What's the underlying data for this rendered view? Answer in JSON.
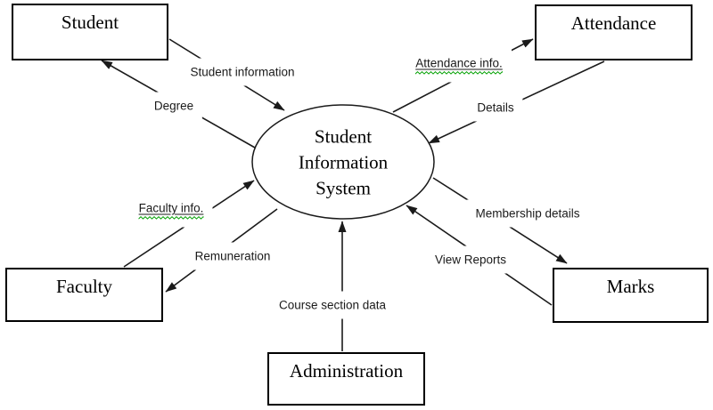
{
  "diagram": {
    "title": "Student Information System",
    "process": {
      "label_lines": [
        "Student",
        "Information",
        "System"
      ]
    },
    "entities": {
      "student": {
        "label": "Student"
      },
      "attendance": {
        "label": "Attendance"
      },
      "faculty": {
        "label": "Faculty"
      },
      "marks": {
        "label": "Marks"
      },
      "administration": {
        "label": "Administration"
      }
    },
    "flows": {
      "student_information": {
        "label": "Student information",
        "from": "Student",
        "to": "Student Information System"
      },
      "degree": {
        "label": "Degree",
        "from": "Student Information System",
        "to": "Student"
      },
      "attendance_info": {
        "label": "Attendance info.",
        "from": "Student Information System",
        "to": "Attendance",
        "underlined": true,
        "grammar_squiggle": true
      },
      "details": {
        "label": "Details",
        "from": "Attendance",
        "to": "Student Information System"
      },
      "membership_details": {
        "label": "Membership details",
        "from": "Student Information System",
        "to": "Marks"
      },
      "view_reports": {
        "label": "View Reports",
        "from": "Marks",
        "to": "Student Information System"
      },
      "course_section_data": {
        "label": "Course section data",
        "from": "Administration",
        "to": "Student Information System"
      },
      "faculty_info": {
        "label": "Faculty info.",
        "from": "Faculty",
        "to": "Student Information System",
        "underlined": true,
        "grammar_squiggle": true
      },
      "remuneration": {
        "label": "Remuneration",
        "from": "Student Information System",
        "to": "Faculty"
      }
    },
    "colors": {
      "line": "#1a1a1a",
      "shape_border": "#1a1a1a",
      "text": "#000000",
      "background": "#ffffff",
      "squiggle": "#00a000"
    }
  }
}
